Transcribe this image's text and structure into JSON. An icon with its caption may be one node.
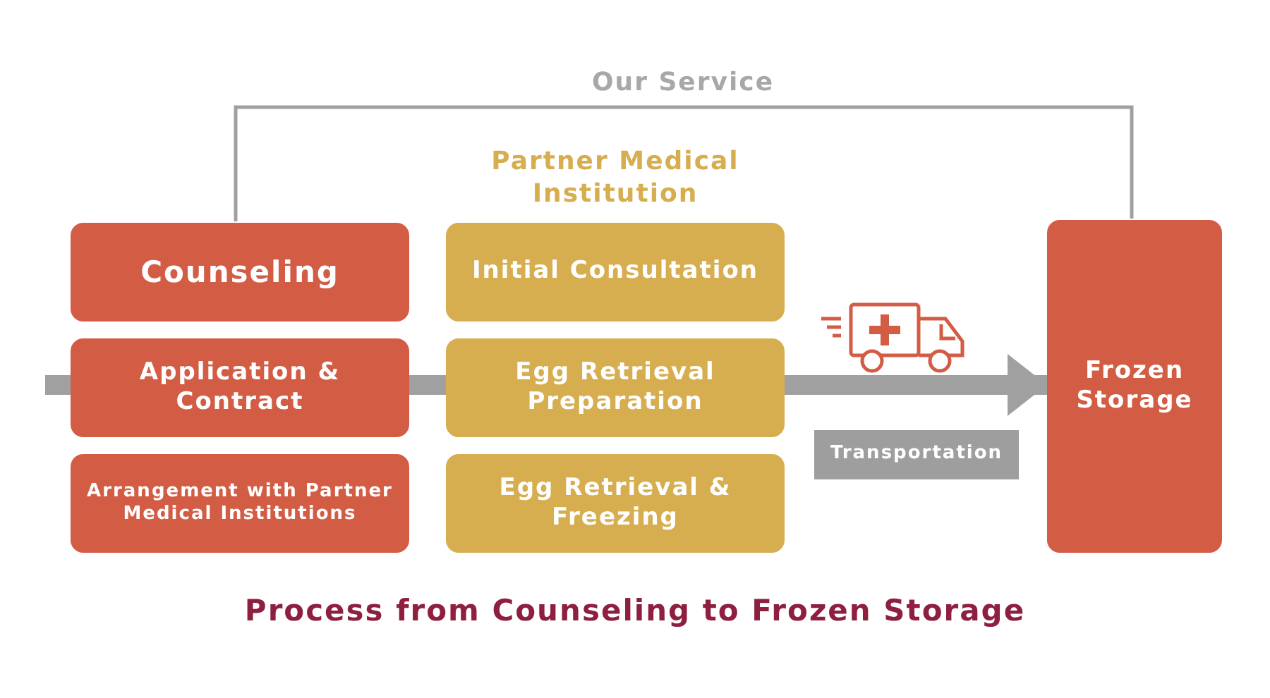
{
  "diagram": {
    "title": "Process from Counseling to Frozen Storage",
    "nodes": [
      {
        "text": [
          "Counseling"
        ]
      },
      {
        "text": [
          "Application & Contract"
        ]
      },
      {
        "text": [
          "Arrangement with Partner Medical Institutions"
        ]
      },
      {
        "text": [
          "Initial Consultation"
        ]
      },
      {
        "text": [
          "Egg Retrieval Preparation"
        ]
      },
      {
        "text": [
          "Egg Retrieval & Freezing"
        ]
      },
      {
        "text": [
          "Frozen Storage"
        ]
      },
      {
        "text": [
          "Transportation"
        ]
      }
    ],
    "edges": [
      {
        "from": null,
        "to": 1,
        "arrow": "none"
      },
      {
        "from": 1,
        "to": 4,
        "arrow": "none"
      },
      {
        "from": 4,
        "to": 6,
        "arrow": "to"
      }
    ],
    "labels": [
      "Our Service",
      "Partner Medical Institution"
    ]
  }
}
